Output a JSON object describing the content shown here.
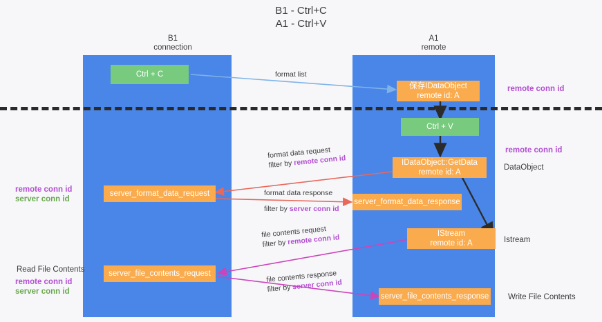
{
  "title": {
    "line1": "B1 - Ctrl+C",
    "line2": "A1 - Ctrl+V"
  },
  "columns": [
    {
      "name": "B1",
      "sub": "connection"
    },
    {
      "name": "A1",
      "sub": "remote"
    }
  ],
  "nodes": {
    "ctrl_c": "Ctrl + C",
    "ctrl_v": "Ctrl + V",
    "idataobject_top_line1": "保存IDataObject",
    "idataobject_top_line2": "remote id: A",
    "getdata_line1": "IDataObject::GetData",
    "getdata_line2": "remote id: A",
    "istream_line1": "IStream",
    "istream_line2": "remote id: A",
    "server_format_data_request": "server_format_data_request",
    "server_format_data_response": "server_format_data_response",
    "server_file_contents_request": "server_file_contents_request",
    "server_file_contents_response": "server_file_contents_response"
  },
  "edges": {
    "format_list": "format list",
    "format_data_request": "format data request",
    "format_data_request_filter_prefix": "filter by ",
    "format_data_request_filter_value": "remote conn id",
    "format_data_response": "format data response",
    "format_data_response_filter_prefix": "filter by ",
    "format_data_response_filter_value": "server conn id",
    "file_contents_request": "file contents request",
    "file_contents_request_filter_prefix": "filter by ",
    "file_contents_request_filter_value": "remote conn id",
    "file_contents_response": "file contents response",
    "file_contents_response_filter_prefix": "filter by ",
    "file_contents_response_filter_value": "server conn id"
  },
  "side_labels": {
    "right_remote_conn_id_top": "remote conn id",
    "right_remote_conn_id_mid": "remote conn id",
    "right_dataobject": "DataObject",
    "right_istream": "Istream",
    "right_write_file_contents": "Write File Contents",
    "left_remote_conn_id_mid": "remote conn id",
    "left_server_conn_id_mid": "server conn id",
    "left_read_file_contents": "Read File Contents",
    "left_remote_conn_id_bottom": "remote conn id",
    "left_server_conn_id_bottom": "server conn id"
  },
  "colors": {
    "lane": "#4a86e8",
    "node_orange": "#f9ab4e",
    "node_green": "#78ca7f",
    "accent_purple": "#b24fd0",
    "accent_green": "#6aa84f",
    "arrow_red": "#e8685a",
    "arrow_magenta": "#cc44bb",
    "arrow_blue": "#7fb3e8",
    "arrow_black": "#2b2b2b",
    "divider": "#2b2b2b",
    "background": "#f7f7fa"
  }
}
